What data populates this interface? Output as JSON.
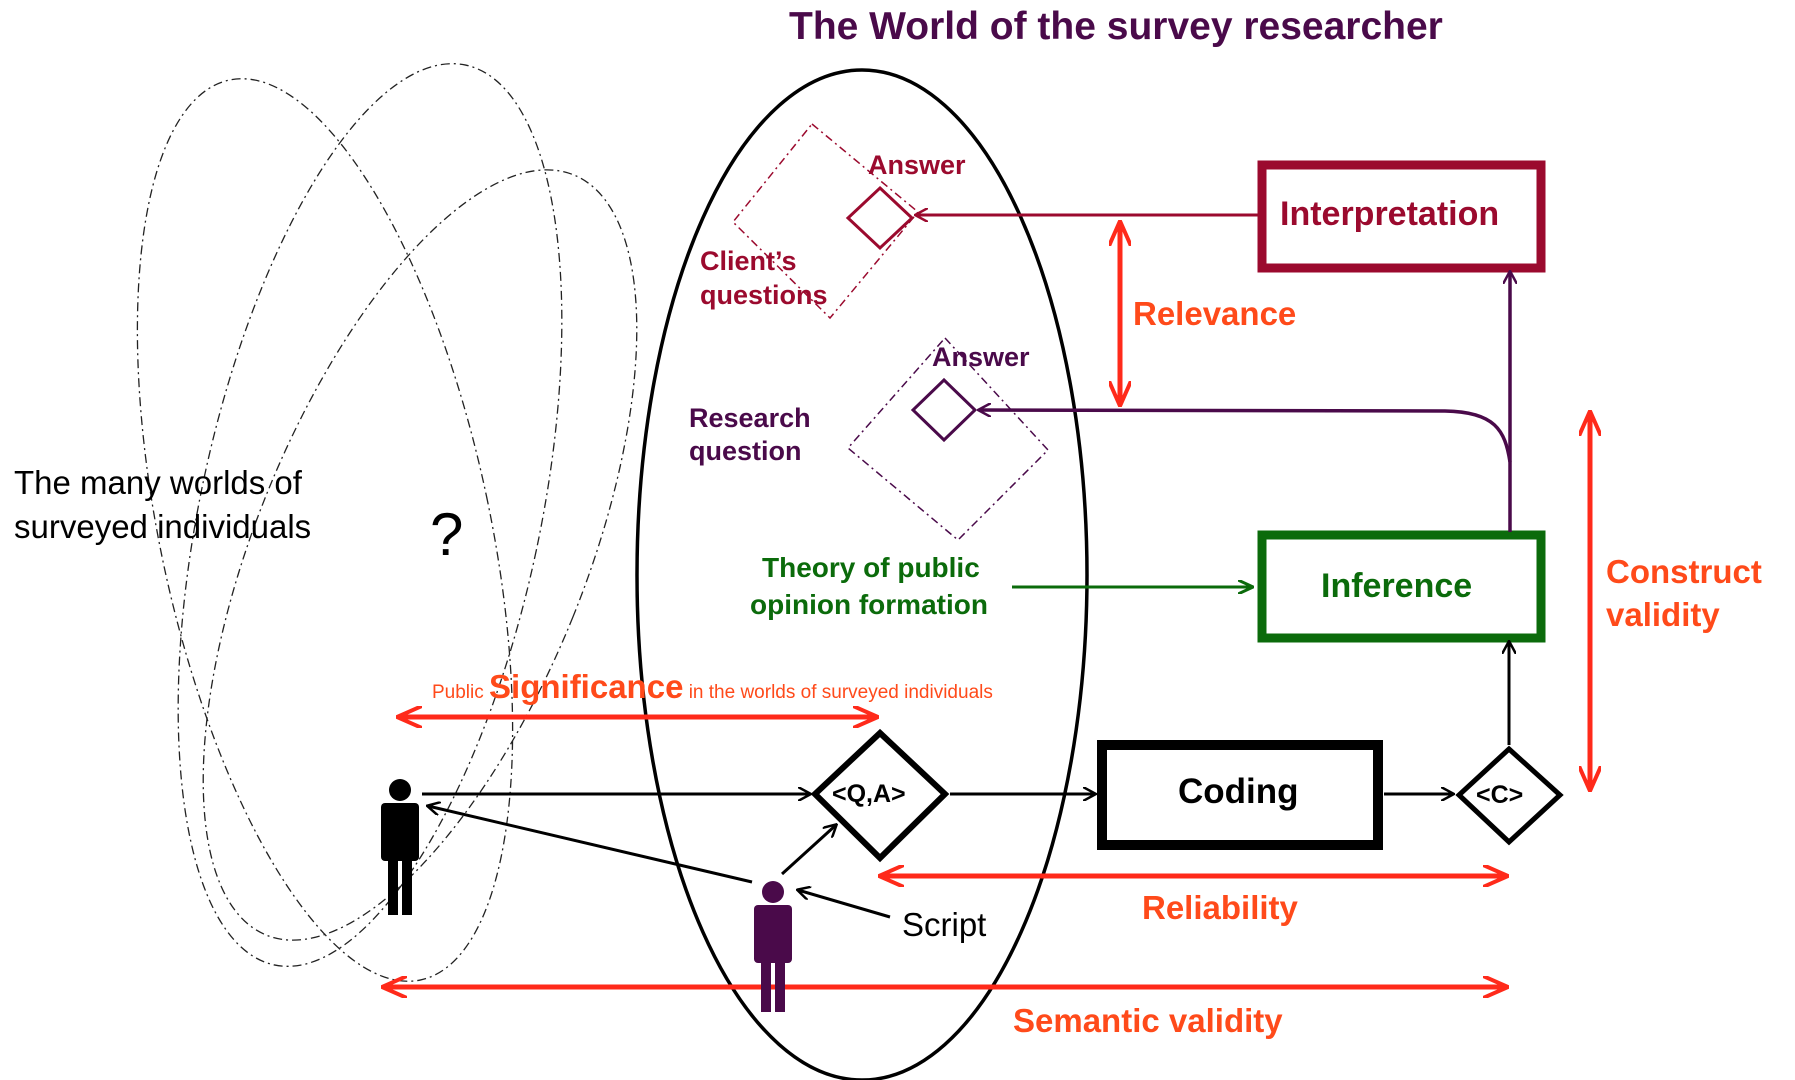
{
  "title": "The World of the survey researcher",
  "labels": {
    "client_answer": "Answer",
    "clients_questions_1": "Client’s",
    "clients_questions_2": "questions",
    "interpretation": "Interpretation",
    "relevance": "Relevance",
    "research_answer": "Answer",
    "research_question_1": "Research",
    "research_question_2": "question",
    "many_worlds_1": "The many worlds of",
    "many_worlds_2": "surveyed individuals",
    "question_mark": "?",
    "theory_1": "Theory of public",
    "theory_2": "opinion formation",
    "inference": "Inference",
    "construct_validity_1": "Construct",
    "construct_validity_2": "validity",
    "significance_prefix": "Public ",
    "significance_main": "Significance",
    "significance_suffix": " in the worlds of surveyed individuals",
    "qa_node": "<Q,A>",
    "coding": "Coding",
    "c_node": "<C>",
    "reliability": "Reliability",
    "script": "Script",
    "semantic_validity": "Semantic validity"
  },
  "colors": {
    "title": "#4a0a4a",
    "interpretation": "#9b0a2e",
    "research": "#4a0a4a",
    "theory": "#0b6b0b",
    "validity": "#ff2a1a",
    "validity_text": "#ff4a1a",
    "ink": "#000000"
  },
  "icons": [
    "person-icon",
    "interviewer-icon",
    "diamond-node"
  ]
}
